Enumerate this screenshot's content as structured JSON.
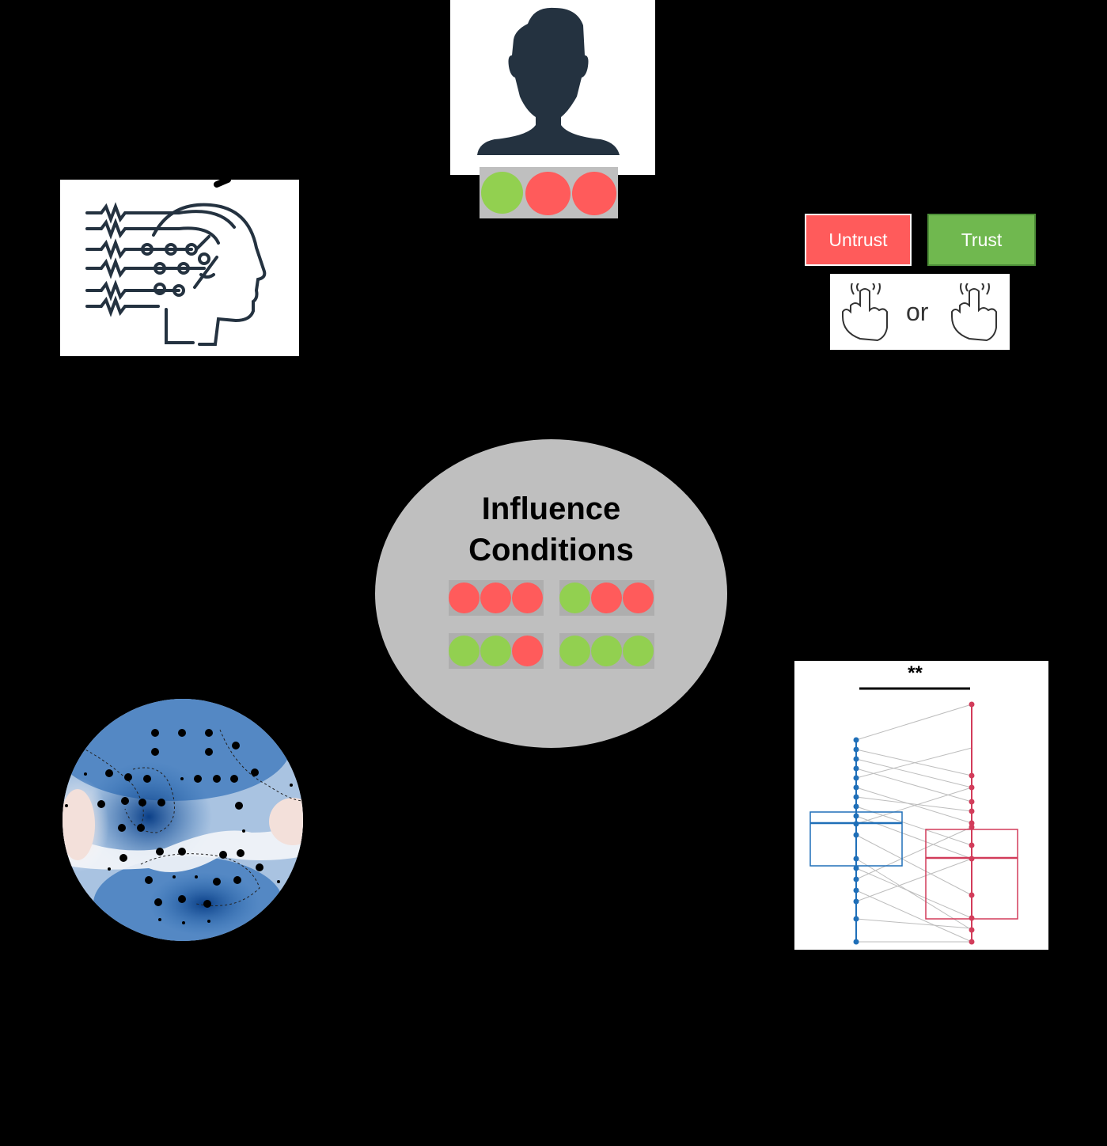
{
  "choices": {
    "untrust_label": "Untrust",
    "trust_label": "Trust",
    "untrust_color": "#ff5b5b",
    "trust_color": "#70b84f",
    "or_label": "or"
  },
  "influence": {
    "title_line1": "Influence",
    "title_line2": "Conditions",
    "conditions": [
      [
        "red",
        "red",
        "red"
      ],
      [
        "green",
        "red",
        "red"
      ],
      [
        "green",
        "green",
        "red"
      ],
      [
        "green",
        "green",
        "green"
      ]
    ]
  },
  "person": {
    "icon": "person-silhouette-icon",
    "lights": [
      "green",
      "red",
      "red"
    ]
  },
  "ai": {
    "icon": "ai-head-circuit-icon"
  },
  "press": {
    "icon": "finger-press-icon"
  },
  "topomap": {
    "icon": "eeg-topomap"
  },
  "stats": {
    "significance": "**"
  },
  "colors": {
    "green": "#92d050",
    "red": "#ff5b5b",
    "ellipse": "#bfbfbf",
    "series_blue": "#1f6fb8",
    "series_red": "#d23c5a"
  }
}
